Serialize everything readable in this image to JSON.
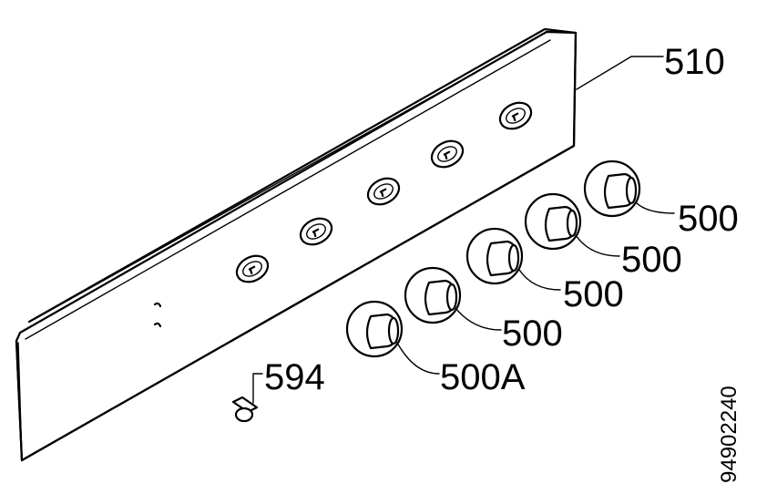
{
  "callouts": {
    "control_panel": "510",
    "knob_1": "500",
    "knob_2": "500",
    "knob_3": "500",
    "knob_4": "500",
    "knob_5": "500A",
    "screw": "594"
  },
  "drawing_reference": "94902240"
}
